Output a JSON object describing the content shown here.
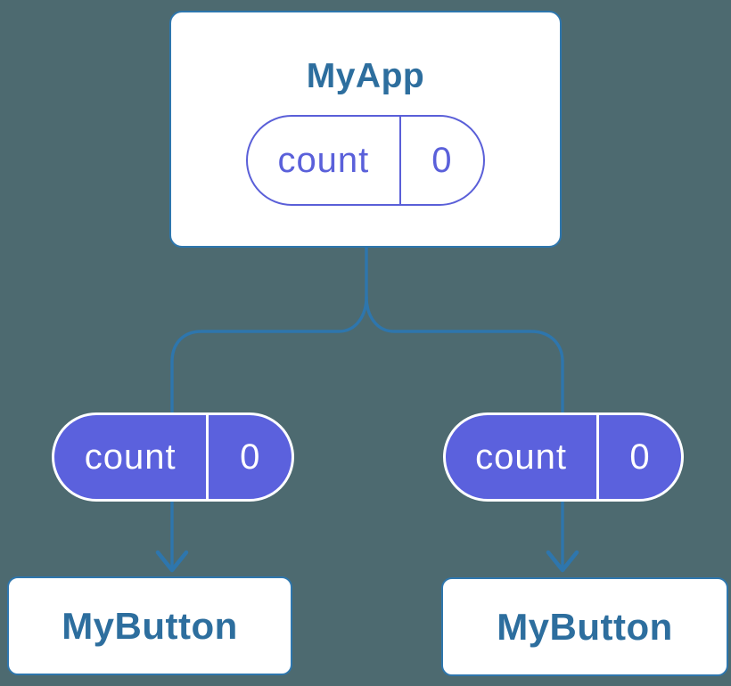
{
  "colors": {
    "bg": "#4D6A70",
    "line": "#2E76AD",
    "steel-text": "#2D6E9E",
    "purple-fill": "#5B61DD",
    "purple-line": "#5A5FD8",
    "purple-text": "#5A60DA",
    "white": "#FFFFFF"
  },
  "parent": {
    "title": "MyApp",
    "state": {
      "name": "count",
      "value": "0"
    }
  },
  "children": [
    {
      "title": "MyButton",
      "state": {
        "name": "count",
        "value": "0"
      }
    },
    {
      "title": "MyButton",
      "state": {
        "name": "count",
        "value": "0"
      }
    }
  ]
}
